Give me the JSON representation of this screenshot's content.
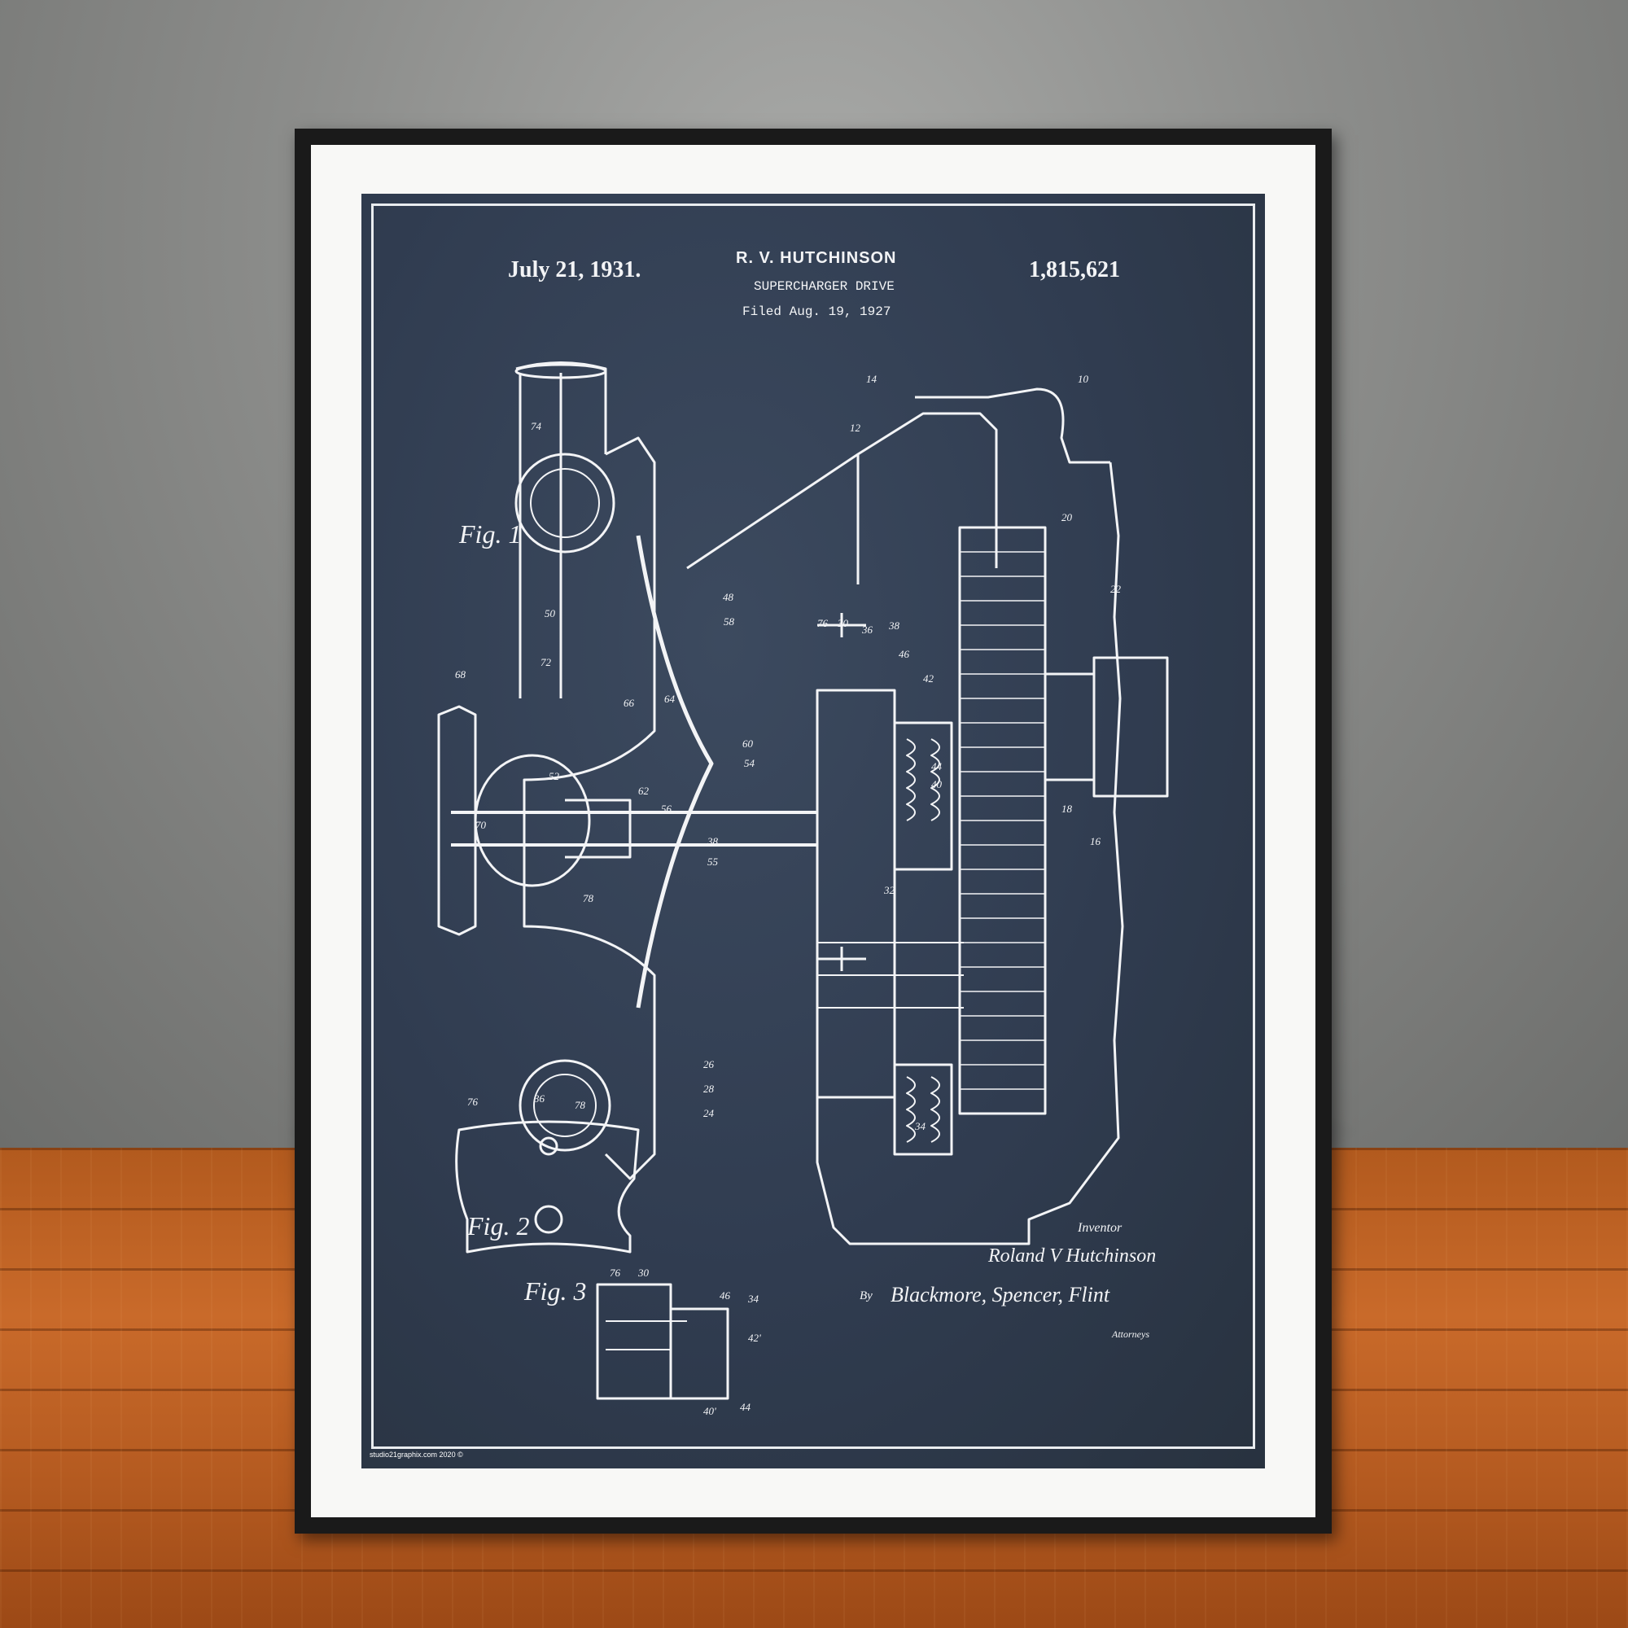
{
  "patent": {
    "date": "July 21, 1931.",
    "inventor_header": "R. V. HUTCHINSON",
    "title": "SUPERCHARGER DRIVE",
    "filed": "Filed Aug. 19, 1927",
    "number": "1,815,621"
  },
  "figures": {
    "fig1": "Fig. 1",
    "fig2": "Fig. 2",
    "fig3": "Fig. 3"
  },
  "signature": {
    "inventor_label": "Inventor",
    "inventor_name": "Roland V Hutchinson",
    "by": "By",
    "firm": "Blackmore, Spencer, Flint",
    "attorneys": "Attorneys"
  },
  "credit": "studio21graphix.com 2020 ©",
  "part_numbers": [
    "74",
    "12",
    "14",
    "10",
    "20",
    "22",
    "50",
    "48",
    "58",
    "76",
    "30",
    "36",
    "38",
    "46",
    "42",
    "68",
    "72",
    "66",
    "64",
    "60",
    "54",
    "52",
    "62",
    "56",
    "44",
    "40",
    "18",
    "16",
    "70",
    "32",
    "78",
    "26",
    "28",
    "24",
    "34"
  ],
  "colors": {
    "print_background": "#303c50",
    "line": "#f3f4f6",
    "frame": "#1a1a1a",
    "mat": "#f8f8f6",
    "floor": "#c96a2a",
    "wall": "#8c8d8b"
  }
}
